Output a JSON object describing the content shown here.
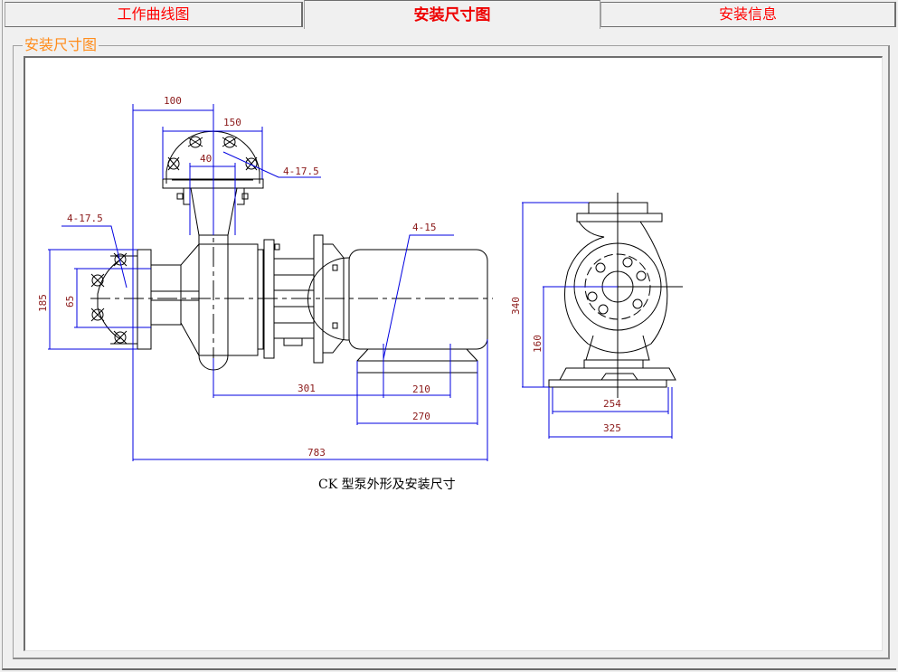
{
  "tabs": [
    {
      "label": "工作曲线图",
      "active": false
    },
    {
      "label": "安装尺寸图",
      "active": true
    },
    {
      "label": "安装信息",
      "active": false
    }
  ],
  "group": {
    "title": "安装尺寸图"
  },
  "drawing": {
    "caption": "CK 型泵外形及安装尺寸",
    "dimensions": {
      "outlet_offset": "100",
      "outlet_flange_width": "150",
      "outlet_inner": "40",
      "outlet_bolts": "4-17.5",
      "inlet_bolts": "4-17.5",
      "inlet_flange_height": "185",
      "inlet_inner": "65",
      "motor_bolts": "4-15",
      "pump_to_base": "301",
      "base_hole_spacing": "210",
      "base_length": "270",
      "overall_length": "783",
      "overall_height": "340",
      "center_height": "160",
      "base_hole_width": "254",
      "base_width": "325"
    },
    "colors": {
      "dimension_line": "#0000e0",
      "dimension_text": "#8b1a1a",
      "outline": "#000000"
    }
  }
}
